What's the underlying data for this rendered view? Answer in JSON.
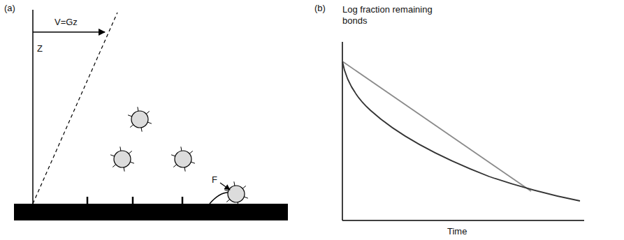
{
  "diagram": {
    "labels": [
      "(a)",
      "V=Gz",
      "Z",
      "F",
      "(b)",
      "Log fraction remaining bonds",
      "Time"
    ]
  }
}
